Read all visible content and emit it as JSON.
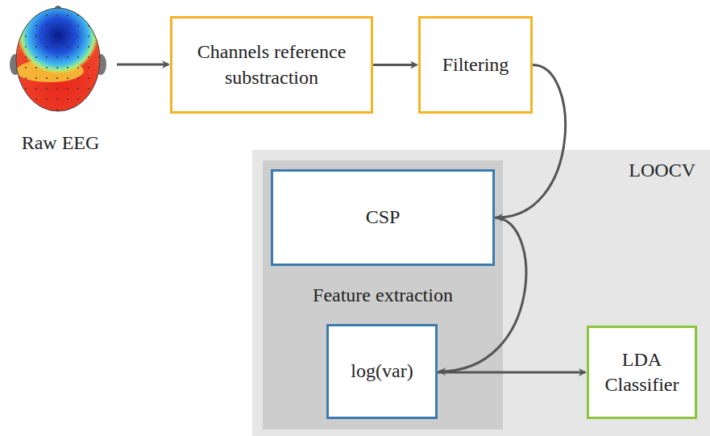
{
  "diagram": {
    "nodes": [
      {
        "text": [
          "Raw EEG"
        ]
      },
      {
        "text": [
          "Channels reference substraction"
        ]
      },
      {
        "text": [
          "Filtering"
        ]
      },
      {
        "text": [
          "LOOCV"
        ]
      },
      {
        "text": [
          "Feature extraction"
        ],
        "in": 3
      },
      {
        "text": [
          "CSP"
        ],
        "in": 4
      },
      {
        "text": [
          "log(var)"
        ],
        "in": 4
      },
      {
        "text": [
          "LDA Classifier"
        ],
        "in": 3
      }
    ],
    "edges": [
      {
        "from": 0,
        "to": 1,
        "arrow": "to"
      },
      {
        "from": 1,
        "to": 2,
        "arrow": "to"
      },
      {
        "from": 2,
        "to": 5,
        "arrow": "to"
      },
      {
        "from": 5,
        "to": 6,
        "arrow": "to"
      },
      {
        "from": 6,
        "to": 7,
        "arrow": "to"
      }
    ]
  }
}
